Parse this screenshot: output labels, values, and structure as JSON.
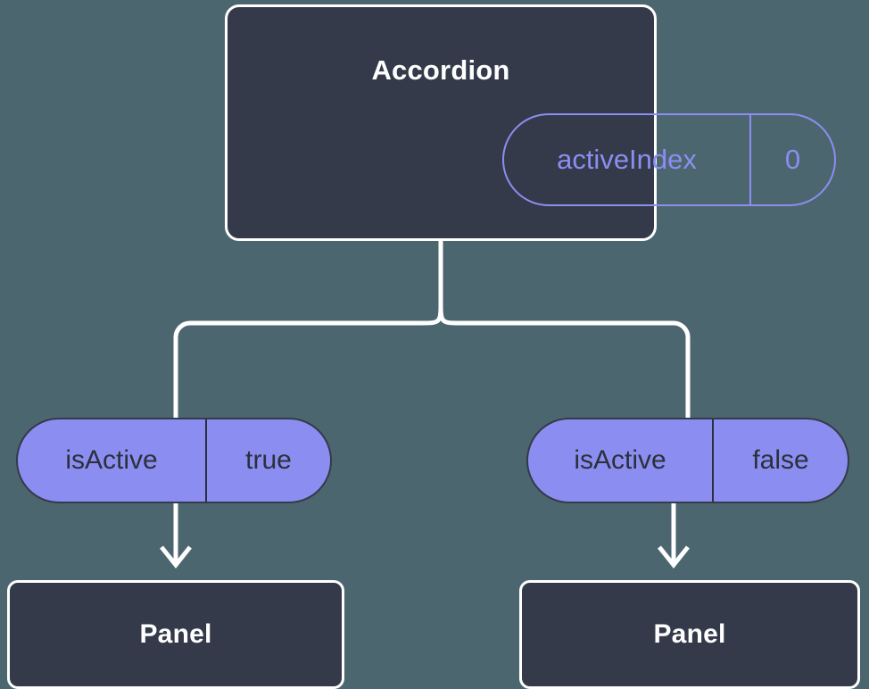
{
  "diagram": {
    "background_color": "#4c6670",
    "node_fill_color": "#343a49",
    "node_border_color": "#ffffff",
    "accent_color": "#8b8ef0",
    "connector_color": "#ffffff"
  },
  "root": {
    "title": "Accordion",
    "state_pill": {
      "key": "activeIndex",
      "value": "0"
    }
  },
  "branches": [
    {
      "prop_pill": {
        "key": "isActive",
        "value": "true"
      },
      "child": {
        "title": "Panel"
      }
    },
    {
      "prop_pill": {
        "key": "isActive",
        "value": "false"
      },
      "child": {
        "title": "Panel"
      }
    }
  ]
}
